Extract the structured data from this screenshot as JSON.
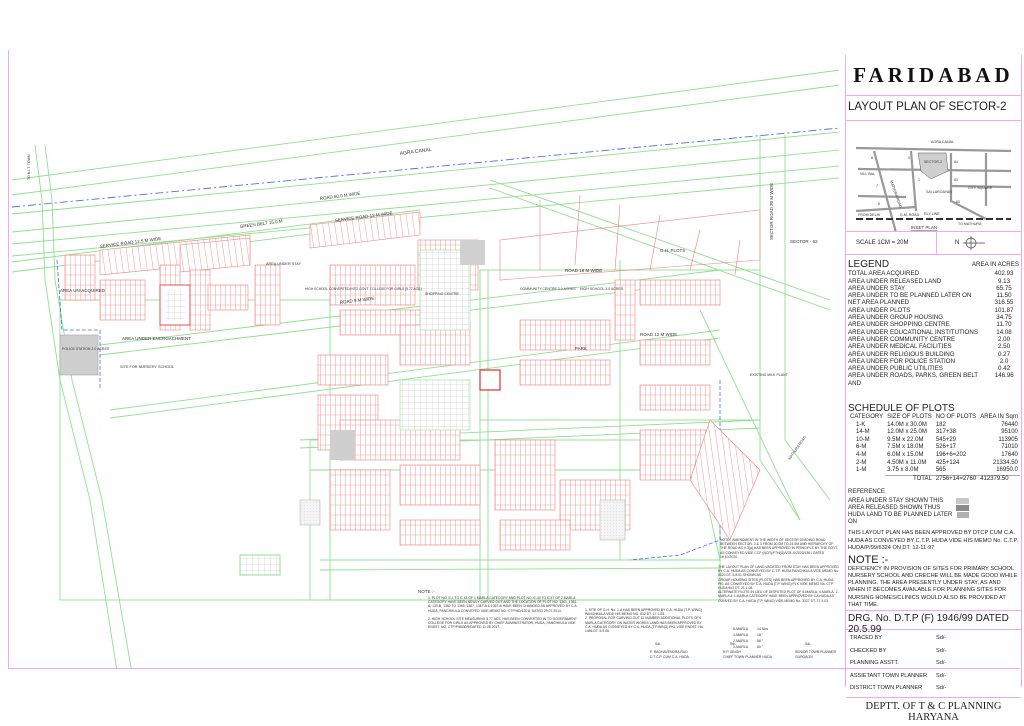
{
  "title": "FARIDABAD",
  "subtitle": "LAYOUT PLAN OF SECTOR-2",
  "inset": {
    "labels": [
      "AGRA CANAL",
      "SECTOR-2",
      "8",
      "3",
      "64",
      "VILL BAL",
      "7",
      "1",
      "63",
      "6",
      "60",
      "SAI LAROAYAN",
      "CITY SQUARE",
      "FROM DELHI",
      "G.M. ROAD",
      "RLY LINE",
      "TO MATHURA",
      "MATHURA ROAD"
    ],
    "caption": "INSET PLAN"
  },
  "scale": {
    "label": "SCALE 1CM = 20M",
    "north": "N"
  },
  "legend": {
    "title": "LEGEND",
    "unit_header": "AREA IN ACRES",
    "rows": [
      {
        "label": "TOTAL AREA ACQUIRED",
        "value": "402.93"
      },
      {
        "label": "AREA UNDER RELEASED LAND",
        "value": "9.13"
      },
      {
        "label": "AREA UNDER STAY",
        "value": "65.75"
      },
      {
        "label": "AREA UNDER TO BE PLANNED LATER ON",
        "value": "11.50"
      },
      {
        "label": "NET AREA PLANNED",
        "value": "316.55"
      },
      {
        "label": "AREA UNDER PLOTS",
        "value": "101.87"
      },
      {
        "label": "AREA UNDER GROUP HOUSING",
        "value": "34.75"
      },
      {
        "label": "AREA UNDER SHOPPING CENTRE",
        "value": "11.70"
      },
      {
        "label": "AREA UNDER EDUCATIONAL INSTITUTIONS",
        "value": "14.08"
      },
      {
        "label": "AREA UNDER COMMUNITY CENTRE",
        "value": "2.00"
      },
      {
        "label": "AREA UNDER MEDICAL FACILITIES",
        "value": "2.50"
      },
      {
        "label": "AREA UNDER RELIGIOUS BUILDING",
        "value": "0.27"
      },
      {
        "label": "AREA UNDER FOR POLICE STATION",
        "value": "2.0"
      },
      {
        "label": "AREA UNDER PUBLIC UTILITIES",
        "value": "0.42"
      },
      {
        "label": "AREA UNDER ROADS, PARKS, GREEN BELT AND",
        "value": "146.96"
      }
    ]
  },
  "schedule": {
    "title": "SCHEDULE OF PLOTS",
    "headers": [
      "CATEGORY",
      "SIZE OF PLOTS",
      "NO OF PLOTS",
      "AREA IN Sqm"
    ],
    "rows": [
      [
        "1-K",
        "14.0M x 30.0M",
        "182",
        "76440"
      ],
      [
        "14-M",
        "12.0M x 25.0M",
        "317+38",
        "95100"
      ],
      [
        "10-M",
        "9.5M x 22.0M",
        "545+29",
        "113905"
      ],
      [
        "6-M",
        "7.5M x 18.0M",
        "526+17",
        "71010"
      ],
      [
        "4-M",
        "6.0M x 15.0M",
        "196+6=202",
        "17640"
      ],
      [
        "2-M",
        "4.50M x 11.0M",
        "425+124",
        "21334.50"
      ],
      [
        "1-M",
        "3.75 x 8.0M",
        "565",
        "16950.0"
      ]
    ],
    "total_label": "TOTAL",
    "total_plots": "2756+14=2760",
    "total_area": "412379.50"
  },
  "reference": {
    "title": "REFERENCE",
    "items": [
      {
        "label": "AREA UNDER STAY SHOWN THIS",
        "color": "#c8c8c8"
      },
      {
        "label": "AREA RELEASED SHOWN THUS",
        "color": "#8a8a8a"
      },
      {
        "label": "HUDA LAND TO BE PLANNED LATER ON",
        "color": "#b0b0b0"
      }
    ]
  },
  "approval": "THIS LAYOUT PLAN HAS BEEN APPROVED BY DTCP CUM C.A. HUDA AS CONVEYED BY C.T.P. HUDA VIDE HIS MEMO No. C.T.P. HUDA/P/99/6324 ON DT. 12-11-97",
  "note": {
    "heading": "NOTE :-",
    "text": "DEFICIENCY IN PROVISION OF SITES FOR PRIMARY SCHOOL NURSERY SCHOOL AND CRECHE WILL BE MADE GOOD WHILE PLANNING. THE AREA PRESENTLY UNDER STAY, AS AND WHEN IT BECOMES AVAILABLE FOR PLANNING SITES FOR NURSING HOMES/CLINICS WOULD ALSO BE PROVIDED AT THAT TIME."
  },
  "drawing_no": "DRG. No. D.T.P (F) 1946/99 DATED 20.5.99",
  "signatures": [
    {
      "role": "TRACED BY",
      "sign": "Sd/-"
    },
    {
      "role": "CHECKED BY",
      "sign": "Sd/-"
    },
    {
      "role": "PLANNING ASSTT.",
      "sign": "Sd/-"
    },
    {
      "role": "ASSIETANT TOWN PLANNER",
      "sign": "Sd/-"
    },
    {
      "role": "DISTRICT TOWN PLANNER",
      "sign": "Sd/-"
    }
  ],
  "department": "DEPTT. OF T & C PLANNING HARYANA",
  "map": {
    "labels": {
      "agra_canal": "AGRA CANAL",
      "road_60": "ROAD 60.0 M WIDE",
      "green_belt": "GREEN BELT 15.0 M",
      "service_road_a": "SERVICE ROAD 12 M WIDE",
      "service_road_b": "SERVICE ROAD 12.5 M WIDE",
      "sector_road": "SECTOR ROAD 30 M WIDE",
      "sector_62": "SECTOR - 62",
      "road_18": "ROAD 18 M WIDE",
      "road_9": "ROAD 9 M WIDE",
      "road_12": "ROAD 12 M WIDE",
      "area_unacquired": "AREA UN-ACQUIRED",
      "police_station": "POLICE STATION 2.0 ACRES",
      "area_encroachment": "AREA UNDER ENCROACHMENT",
      "area_stay": "AREA UNDER STAY",
      "high_school_college": "HIGH SCHOOL CONVERTED INTO GOVT. COLLEGE FOR GIRLS (5.77 ACS.)",
      "community_centre": "COMMUNITY CENTRE 2.0 ACRES",
      "high_school": "HIGH SCHOOL 3.0 ACRES",
      "shopping_centre": "SHOPPING CENTRE",
      "gh_plots": "G.H. PLOTS",
      "park": "PARK",
      "nursery_site": "SITE FOR NURSERY SCHOOL",
      "milk_plant": "EXISTING MILK PLANT",
      "to_nit_town": "TO N.I.T. TOWN",
      "mathura_road": "MATHURA ROAD"
    },
    "notes_heading": "NOTE :-",
    "notes": [
      "1. PLOT NO. E-1 TO E-43 OF 1 MARLA CATEGORY AND PLOT NO. E-44 TO E-57 OF 2 MARLA CATEGORY HAVE BEEN NEWLY CARVED OUT AND THE LOCATION OF PLOT NO. 1361, 1361-A, 130-B, 1362 TO 1365, 1367, 1367-A & 1367-B HAVE BEEN CHANGED AS APPROVED BY C.A. HUDA, PANCHKULA CONVEYED VIDE MEMO NO. CTP/HD/12011 DATED 29.07.2014.",
      "2. HIGH SCHOOL SITE MEASURING 5.77 ACS. HAS BEEN CONVERTED IN TO GOVERNMENT COLLEGE FOR GIRLS AS APPROVED BY CHIEF ADMINISTRATOR, HUDA, PANCHKULA VIDE ENDST. NO. CTP/P/8030/9/DATED 11.05.2017."
    ],
    "notes2": [
      "1. SITE OF G.H. No. 1-A HAS BEEN APPROVED BY C.A. HUDA (T.P. WING) PANCHKULA VIDE HIS MEMO NO. 632 DT. 17.1.08.",
      "2. PROPOSAL FOR CARVING OUT 11 NUMBER ADDITIONAL PLOTS OF 6 MARLA CATEGORY ON WATER WORKS LAND HAS BEEN APPROVED BY C.A. HUDA AS CONVEYED BY C.A. HUDA (T.P.WING) PKL VIDE ENDST. No. 1456 DT. 5.9.08."
    ],
    "amendment": "NOTE:- AMENDMENT IN THE WIDTH OF SECTOR DIVIDING ROAD BETWEEN SECTOR- 2 & 3 FROM 30.0M TO 24.0M AND HIERARCHY OF THE ROAD AS V-3(a) HAS BEEN APPROVED IN PRINCIPLE BY THE GOVT. AS CONVEYED VIDE CCP (NCR)/FTH(G)/VOL-II/2020/1361 DATED 16.10.2020.",
    "notes3": [
      "THE LAYOUT PLAN OF LAND VACATED FROM STAY HAS BEEN APPROVED BY C.A. HUDA AS CONVEYED BY C.T.P. HUDA PANCHKULA VIDE MEMO No. 5020 DT. 5.8.01 SHOWN AS",
      "GROUP HOUSING SITES (PLOTS) HAS BEEN APPROVED BY C.A. HUDA PKL AS CONVEYED BY C.A. HUDA (T.P. WING) PLK VIDE MEMO No. CTP HUDA 603 DT. 21.1.08.",
      "ALTERNATE PLOTS IN LIEU OF DISPUTED PLOT OF 6-MARLA, 4-MARLA, 2-MARLA & 1-MARLA CATEGORY HAVE BEEN APPROVED BY CA HUDA AS CONVED BY C.A. HUDA (T.P. WING) VIDE MEMO No. 3327 DT. 17.3.03"
    ],
    "alt_plots": [
      [
        "6-MARLA",
        "14 Nos"
      ],
      [
        "4-MARLA",
        "18 \""
      ],
      [
        "2-MARLA",
        "56 \""
      ],
      [
        "1-MARLA",
        "60 \""
      ]
    ],
    "signatories": [
      {
        "sd": "Sd/-",
        "name": "P. RAGHAVENDRA RAO",
        "title": "D.T.C.P. CUM C.A. HUDA"
      },
      {
        "sd": "Sd/-",
        "name": "R.P. SINGH",
        "title": "CHIEF TOWN PLANNER HUDA"
      },
      {
        "sd": "Sd/-",
        "name": "SENIOR TOWN PLANNER",
        "title": "GURGAON"
      }
    ]
  }
}
